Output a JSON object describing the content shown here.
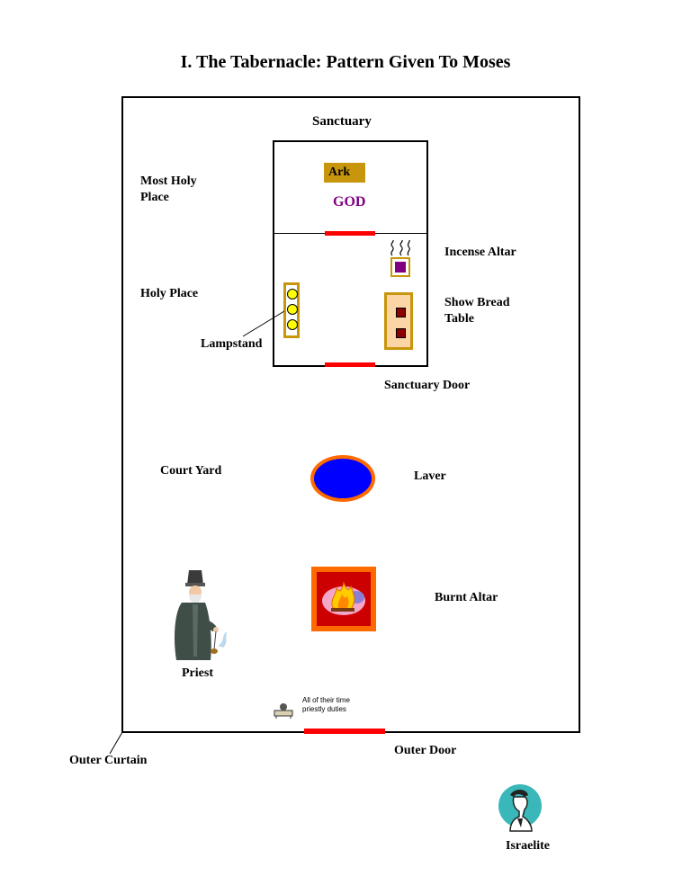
{
  "title": "I. The Tabernacle: Pattern Given To Moses",
  "labels": {
    "sanctuary": "Sanctuary",
    "most_holy_line1": "Most Holy",
    "most_holy_line2": "Place",
    "ark": "Ark",
    "god": "GOD",
    "incense_altar": "Incense Altar",
    "holy_place": "Holy Place",
    "show_bread_line1": "Show Bread",
    "show_bread_line2": "Table",
    "lampstand": "Lampstand",
    "sanctuary_door": "Sanctuary Door",
    "court_yard": "Court Yard",
    "laver": "Laver",
    "burnt_altar": "Burnt Altar",
    "priest": "Priest",
    "note_line1": "All of their time",
    "note_line2": "priestly duties",
    "outer_door": "Outer Door",
    "outer_curtain": "Outer Curtain",
    "israelite": "Israelite"
  },
  "colors": {
    "door": "#ff0000",
    "gold": "#c8960c",
    "god": "#800080",
    "laver": "#0000ff",
    "altar_border": "#ff6a00",
    "altar_fill": "#cc0000"
  },
  "icons": {
    "priest": "priest-icon",
    "israelite": "israelite-icon",
    "fire": "fire-icon",
    "smoke": "smoke-icon",
    "note": "desk-icon"
  }
}
